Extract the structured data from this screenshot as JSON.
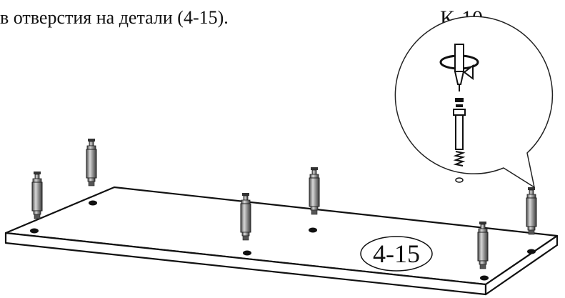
{
  "instruction_text": "в отверстия на детали (4-15).",
  "detail_code": "К-10",
  "part_label": "4-15"
}
